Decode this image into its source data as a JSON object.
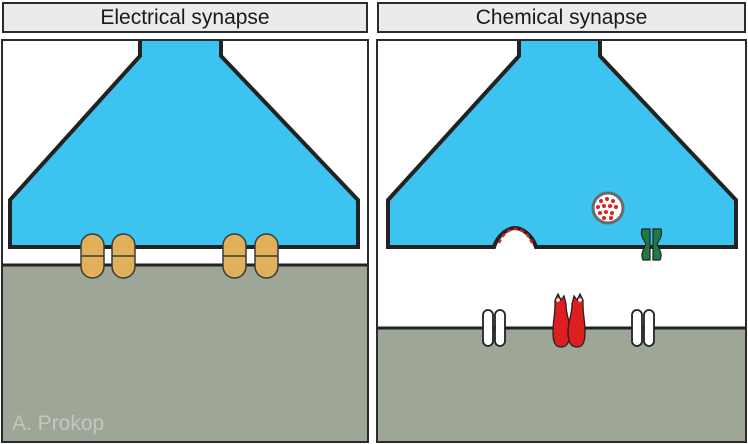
{
  "panels": {
    "left": {
      "title": "Electrical synapse"
    },
    "right": {
      "title": "Chemical synapse"
    }
  },
  "credit": "A. Prokop",
  "colors": {
    "presynapse": "#3cc3f0",
    "postsynapse": "#9ea697",
    "gap_junction": "#e0b05a",
    "receptor": "#dd1f1f",
    "transporter": "#1e7b46",
    "outline": "#222222"
  }
}
